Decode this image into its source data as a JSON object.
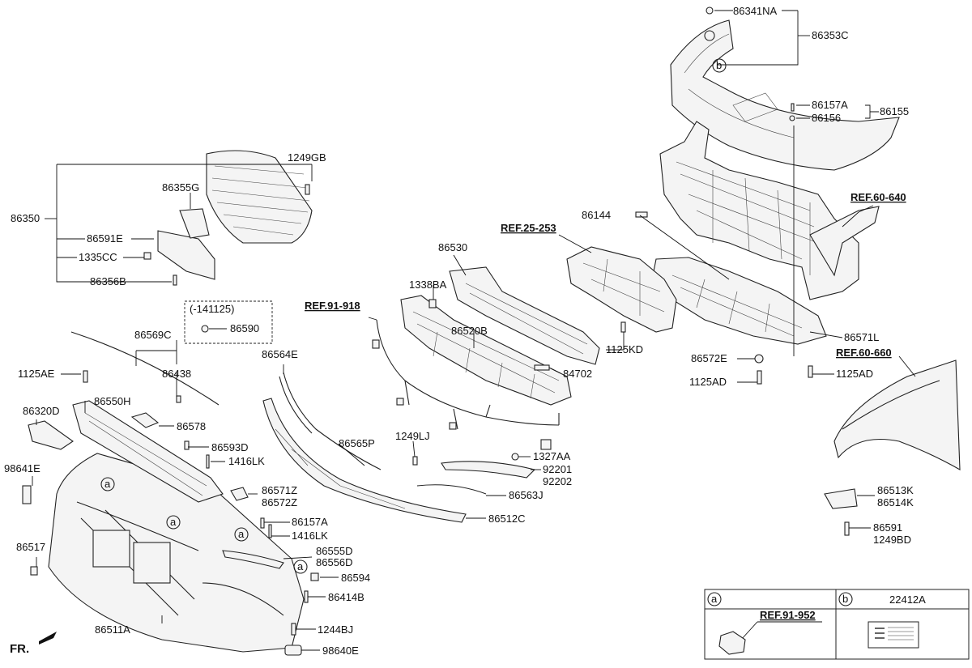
{
  "labels": {
    "p86341NA": "86341NA",
    "p86353C": "86353C",
    "p86157A_top": "86157A",
    "p86155": "86155",
    "p86156": "86156",
    "ref60640": "REF.60-640",
    "p86144": "86144",
    "ref25253": "REF.25-253",
    "p86530": "86530",
    "p1338BA": "1338BA",
    "p86520B": "86520B",
    "p1125KD": "1125KD",
    "p84702": "84702",
    "p86571L": "86571L",
    "ref60660": "REF.60-660",
    "p86572E": "86572E",
    "p1125AD_l": "1125AD",
    "p1125AD_r": "1125AD",
    "p1249GB": "1249GB",
    "p86355G": "86355G",
    "p86350": "86350",
    "p86591E": "86591E",
    "p1335CC": "1335CC",
    "p86356B": "86356B",
    "p141125": "(-141125)",
    "p86590": "86590",
    "ref91918": "REF.91-918",
    "p86569C": "86569C",
    "p86438": "86438",
    "p1125AE": "1125AE",
    "p86564E": "86564E",
    "p86320D": "86320D",
    "p86550H": "86550H",
    "p86578": "86578",
    "p86593D": "86593D",
    "p1416LK_a": "1416LK",
    "p98641E": "98641E",
    "p86571Z": "86571Z",
    "p86572Z": "86572Z",
    "p86565P": "86565P",
    "p1249LJ": "1249LJ",
    "p1327AA": "1327AA",
    "p92201": "92201",
    "p92202": "92202",
    "p86563J": "86563J",
    "p86512C": "86512C",
    "p86513K": "86513K",
    "p86514K": "86514K",
    "p86591": "86591",
    "p1249BD": "1249BD",
    "p86517": "86517",
    "p86157A_mid": "86157A",
    "p1416LK_b": "1416LK",
    "p86555D": "86555D",
    "p86556D": "86556D",
    "p86594": "86594",
    "p86414B": "86414B",
    "p86511A": "86511A",
    "p1244BJ": "1244BJ",
    "p98640E": "98640E",
    "fr": "FR.",
    "callout_a": "a",
    "callout_b": "b"
  },
  "legend": {
    "cell_a_tag": "a",
    "cell_b_tag": "b",
    "cell_a_ref": "REF.91-952",
    "cell_b_part": "22412A"
  },
  "colors": {
    "line": "#222222",
    "text": "#111111",
    "background": "#ffffff"
  }
}
